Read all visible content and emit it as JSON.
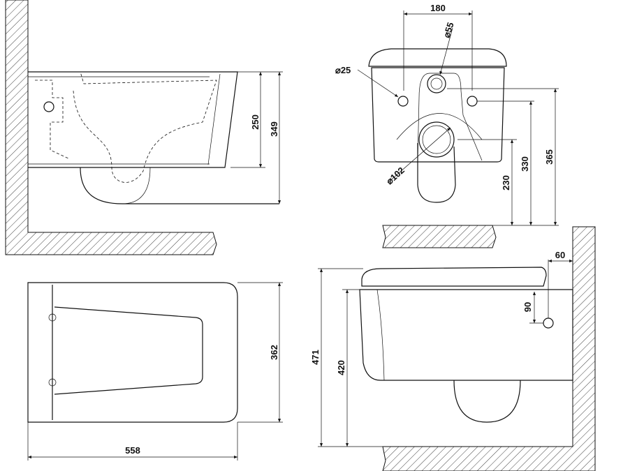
{
  "title": "Wall-hung toilet technical drawing",
  "side_view": {
    "dim_rim_height": "250",
    "dim_total_height": "349"
  },
  "top_view": {
    "dim_width": "362",
    "dim_length": "558"
  },
  "front_view": {
    "dim_inlet_spacing": "180",
    "dim_inlet_diameter": "⌀55",
    "dim_bolt_diameter": "⌀25",
    "dim_outlet_diameter": "⌀102",
    "dim_outlet_height": "230",
    "dim_bolt_height": "330",
    "dim_inlet_height": "365"
  },
  "installed_side_view": {
    "dim_seat_height": "471",
    "dim_rim_height": "420",
    "dim_wall_offset": "60",
    "dim_bolt_offset": "90"
  }
}
